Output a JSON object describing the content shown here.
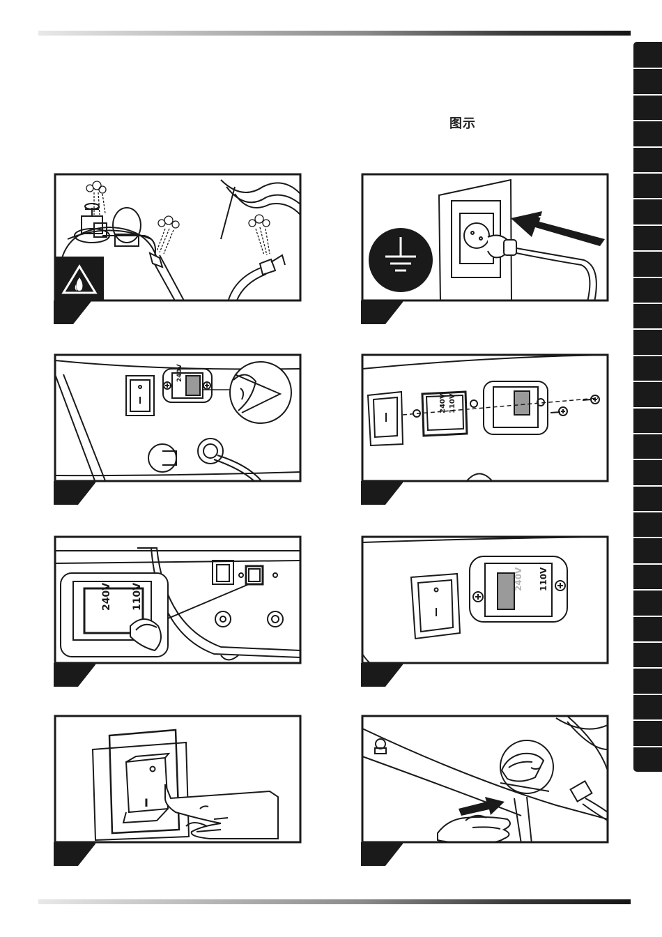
{
  "page": {
    "heading": "图示"
  },
  "side_tabs": {
    "count": 28,
    "color": "#1a1a1a"
  },
  "colors": {
    "ink": "#1a1a1a",
    "gray_fill": "#9a9a9a",
    "panel_border": "#1a1a1a"
  },
  "panels": [
    {
      "id": 1,
      "icon": "gas-leak-fire-warning-icon",
      "labels": []
    },
    {
      "id": 2,
      "icon": "ground-earth-plug-icon",
      "labels": []
    },
    {
      "id": 3,
      "icon": "voltage-check-eye-icon",
      "labels": [
        "240V"
      ]
    },
    {
      "id": 4,
      "icon": "voltage-selector-removal-icon",
      "labels": [
        "240V",
        "110V"
      ]
    },
    {
      "id": 5,
      "icon": "voltage-selector-press-icon",
      "labels": [
        "240V",
        "110V"
      ]
    },
    {
      "id": 6,
      "icon": "voltage-selector-installed-icon",
      "labels": [
        "240V",
        "110V"
      ]
    },
    {
      "id": 7,
      "icon": "power-switch-on-icon",
      "labels": []
    },
    {
      "id": 8,
      "icon": "ignition-button-push-icon",
      "labels": []
    }
  ],
  "labels": {
    "v240": "240V",
    "v110": "110V",
    "on_mark": "I"
  }
}
